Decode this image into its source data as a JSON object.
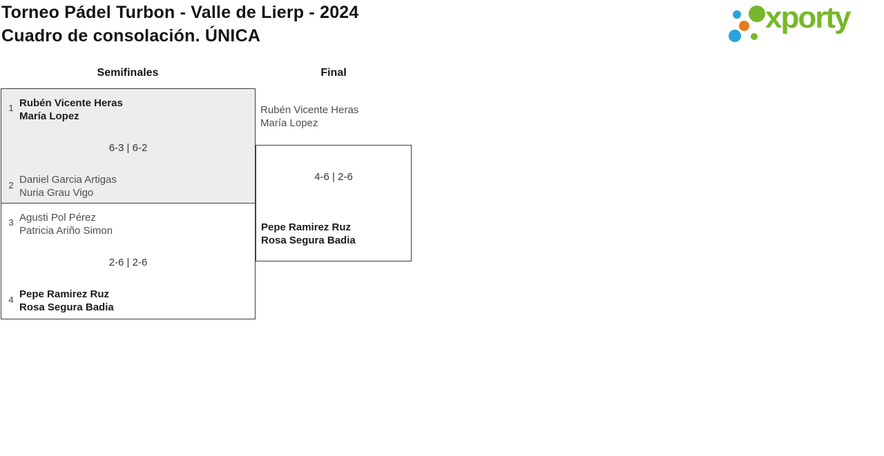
{
  "page": {
    "title_line1": "Torneo Pádel Turbon - Valle de Lierp - 2024",
    "title_line2": "Cuadro de consolación. ÚNICA"
  },
  "logo": {
    "brand": "xporty",
    "colors": {
      "green": "#76b82a",
      "blue": "#2aa3db",
      "orange": "#e87a1c"
    }
  },
  "bracket": {
    "round_headers": {
      "semifinals": "Semifinales",
      "final": "Final"
    },
    "matches": [
      {
        "seed_top": "1",
        "team_top_player1": "Rubén Vicente Heras",
        "team_top_player2": "María Lopez",
        "score": "6-3 | 6-2",
        "seed_bottom": "2",
        "team_bottom_player1": "Daniel Garcia Artigas",
        "team_bottom_player2": "Nuria Grau Vigo",
        "winner": "top"
      },
      {
        "seed_top": "3",
        "team_top_player1": "Agusti Pol Pérez",
        "team_top_player2": "Patricia Ariño Simon",
        "score": "2-6 | 2-6",
        "seed_bottom": "4",
        "team_bottom_player1": "Pepe Ramirez Ruz",
        "team_bottom_player2": "Rosa Segura Badia",
        "winner": "bottom"
      }
    ],
    "final": {
      "team_top_player1": "Rubén Vicente Heras",
      "team_top_player2": "María Lopez",
      "score": "4-6 | 2-6",
      "team_bottom_player1": "Pepe Ramirez Ruz",
      "team_bottom_player2": "Rosa Segura Badia",
      "winner": "bottom"
    }
  }
}
